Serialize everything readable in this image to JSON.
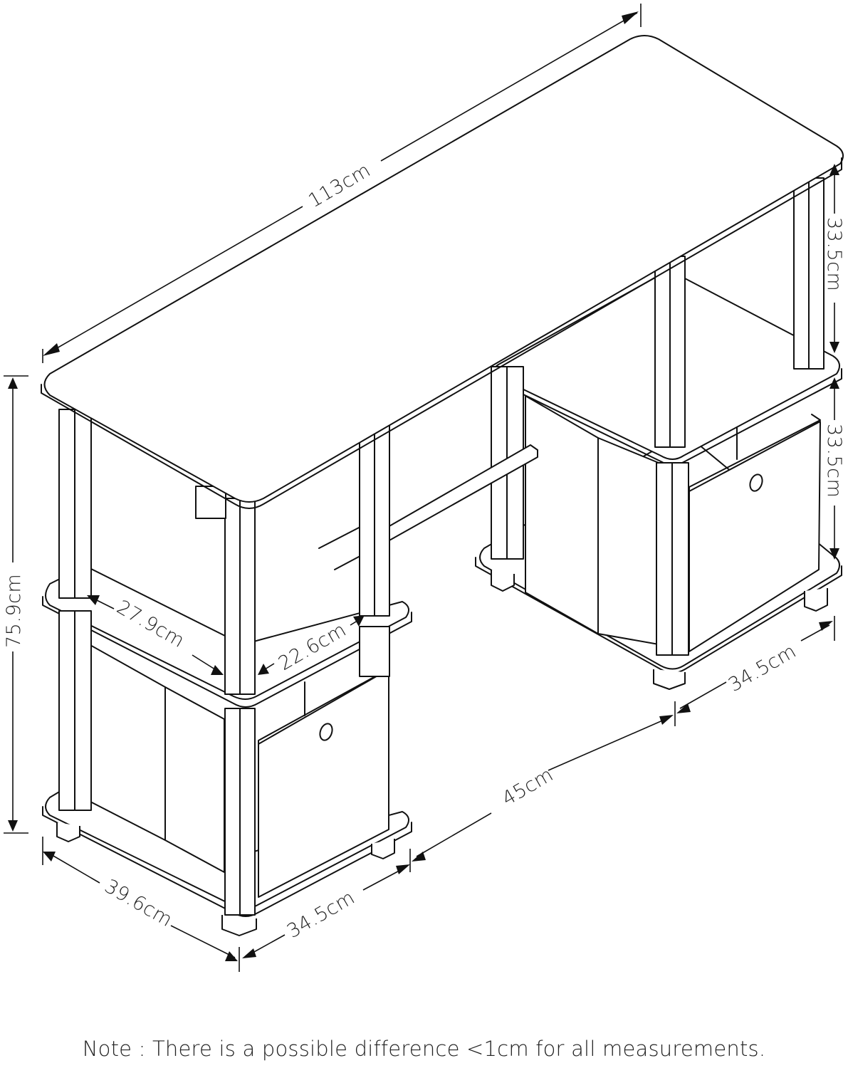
{
  "diagram": {
    "subject": "Desk with two side storage units and fabric bins",
    "dimensions": {
      "total_width": "113cm",
      "top_shelf_height": "33.5cm",
      "middle_shelf_height": "33.5cm",
      "total_height": "75.9cm",
      "shelf_opening_width": "27.9cm",
      "shelf_opening_depth": "22.6cm",
      "right_unit_width": "34.5cm",
      "knee_space_width": "45cm",
      "depth": "39.6cm",
      "left_unit_width": "34.5cm"
    },
    "line_color": "#111111",
    "background_color": "#ffffff"
  },
  "note": {
    "text": "Note : There is a possible difference <1cm for all measurements."
  }
}
